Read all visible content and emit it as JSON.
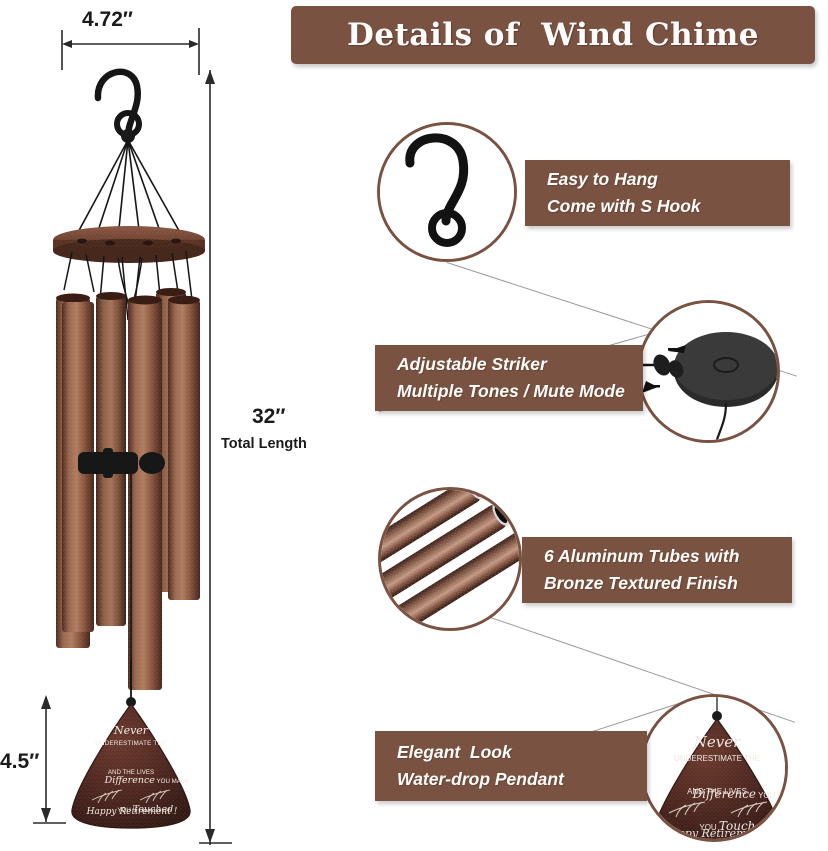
{
  "header": {
    "title": "Details of  Wind Chime"
  },
  "dimensions": {
    "width_label": "4.72″",
    "height_label": "32″",
    "height_sublabel": "Total Length",
    "pendant_label": "4.5″"
  },
  "callouts": [
    {
      "id": "easy-to-hang",
      "line1": "Easy to Hang",
      "line2": "Come with S Hook",
      "inset_icon": "s-hook-photo"
    },
    {
      "id": "adjustable-striker",
      "line1": "Adjustable Striker",
      "line2": "Multiple Tones / Mute Mode",
      "inset_icon": "striker-disc-photo"
    },
    {
      "id": "aluminum-tubes",
      "line1": "6 Aluminum Tubes with",
      "line2": "Bronze Textured Finish",
      "inset_icon": "bronze-tubes-photo"
    },
    {
      "id": "elegant-look",
      "line1": "Elegant  Look",
      "line2": "Water-drop Pendant",
      "inset_icon": "pendant-photo"
    }
  ],
  "pendant_engraving": {
    "line1": "Never",
    "line2": "UNDERESTIMATE THE",
    "line3": "Difference",
    "line3b": " YOU MADE",
    "line4": "AND THE LIVES",
    "line5": "YOU ",
    "line5b": "Touched",
    "line6": "Happy Retirement !"
  },
  "colors": {
    "brand_brown": "#7a5242",
    "banner_text": "#fffdf9",
    "tube_bronze": "#8d5b46",
    "tube_dark": "#5a3326",
    "pendant_body": "#4a2620",
    "hardware_black": "#1a1a1a",
    "dimension_line": "#2a2a2a"
  }
}
